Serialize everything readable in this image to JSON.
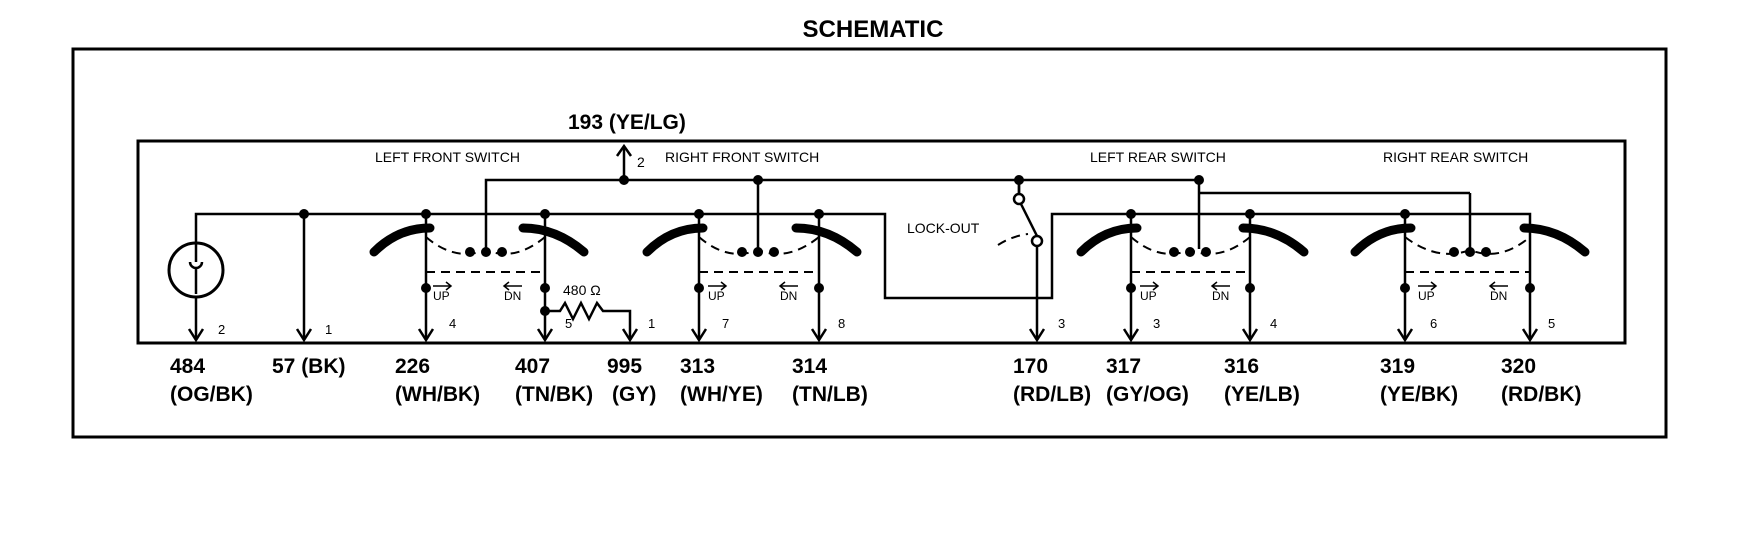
{
  "title": "SCHEMATIC",
  "supply": {
    "wire": "193 (YE/LG)",
    "pin": "2"
  },
  "switches": [
    {
      "name": "LEFT FRONT SWITCH",
      "up": "UP",
      "dn": "DN",
      "up_pin": "4",
      "dn_pin": "5",
      "up_wire_num": "226",
      "up_wire_color": "(WH/BK)",
      "dn_wire_num": "407",
      "dn_wire_color": "(TN/BK)"
    },
    {
      "name": "RIGHT FRONT SWITCH",
      "up": "UP",
      "dn": "DN",
      "up_pin": "7",
      "dn_pin": "8",
      "up_wire_num": "313",
      "up_wire_color": "(WH/YE)",
      "dn_wire_num": "314",
      "dn_wire_color": "(TN/LB)"
    },
    {
      "name": "LEFT REAR SWITCH",
      "up": "UP",
      "dn": "DN",
      "up_pin": "3",
      "dn_pin": "4",
      "up_wire_num": "317",
      "up_wire_color": "(GY/OG)",
      "dn_wire_num": "316",
      "dn_wire_color": "(YE/LB)"
    },
    {
      "name": "RIGHT REAR SWITCH",
      "up": "UP",
      "dn": "DN",
      "up_pin": "6",
      "dn_pin": "5",
      "up_wire_num": "319",
      "up_wire_color": "(YE/BK)",
      "dn_wire_num": "320",
      "dn_wire_color": "(RD/BK)"
    }
  ],
  "lamp": {
    "pin": "2",
    "wire_num": "484",
    "wire_color": "(OG/BK)"
  },
  "ground": {
    "pin": "1",
    "wire": "57 (BK)"
  },
  "resistor": {
    "value": "480 Ω",
    "pin": "1",
    "wire_num": "995",
    "wire_color": "(GY)"
  },
  "lockout": {
    "label": "LOCK-OUT",
    "pin": "3",
    "wire_num": "170",
    "wire_color": "(RD/LB)"
  }
}
